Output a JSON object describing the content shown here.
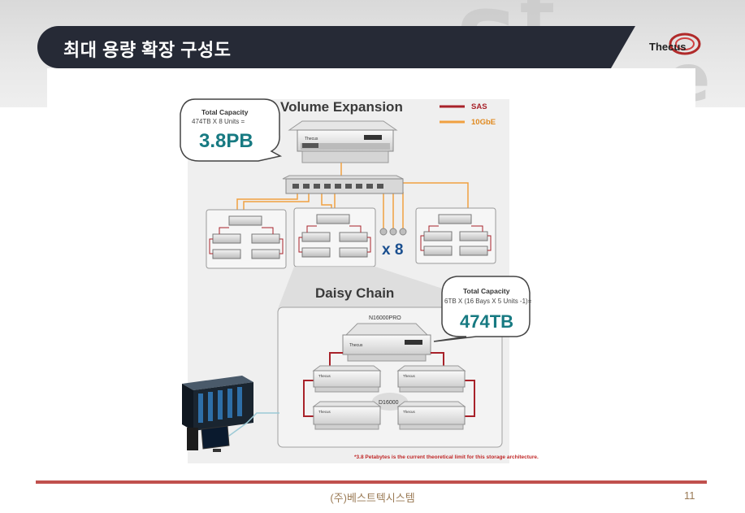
{
  "slide": {
    "title": "최대 용량 확장 구성도",
    "company": "(주)베스트텍시스템",
    "page_number": "11",
    "logo_text": "Thecus",
    "accent_color": "#c0504d",
    "title_bar_color": "#262a36"
  },
  "diagram": {
    "volume_title": "Volume Expansion",
    "legend": [
      {
        "label": "SAS",
        "color": "#a8222a"
      },
      {
        "label": "10GbE",
        "color": "#f0a040"
      }
    ],
    "callout_top": {
      "line1": "Total Capacity",
      "line2": "474TB X 8 Units =",
      "value": "3.8PB"
    },
    "multiplier": "x 8",
    "daisy_title": "Daisy Chain",
    "callout_bottom": {
      "line1": "Total Capacity",
      "line2": "6TB X (16 Bays X 5 Units -1)=",
      "value": "474TB"
    },
    "head_unit_label": "N16000PRO",
    "expansion_label": "D16000",
    "device_badge": "Thecus",
    "footnote": "*3.8 Petabytes is the current theoretical limit for this storage architecture."
  }
}
